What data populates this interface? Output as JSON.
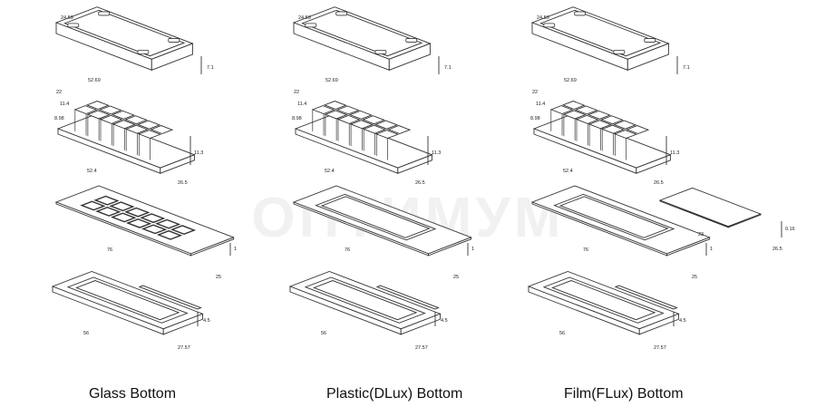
{
  "watermark": "ОПТИМУМ",
  "columns": [
    {
      "caption": "Glass Bottom",
      "lid": {
        "top": "24.59",
        "front": "52.69",
        "side": "7.1"
      },
      "well": {
        "a": "22",
        "b": "11.4",
        "c": "8.98",
        "front": "52.4",
        "depth": "26.5",
        "height": "11.3"
      },
      "bottom": {
        "len": "76",
        "width": "25",
        "thk": "1"
      },
      "frame": {
        "len": "56",
        "depth": "27.57",
        "height": "4.5"
      }
    },
    {
      "caption": "Plastic(DLux) Bottom",
      "lid": {
        "top": "24.59",
        "front": "52.69",
        "side": "7.1"
      },
      "well": {
        "a": "22",
        "b": "11.4",
        "c": "8.98",
        "front": "52.4",
        "depth": "26.5",
        "height": "11.3"
      },
      "bottom": {
        "len": "76",
        "width": "25",
        "thk": "1"
      },
      "frame": {
        "len": "56",
        "depth": "27.57",
        "height": "4.5"
      }
    },
    {
      "caption": "Film(FLux) Bottom",
      "lid": {
        "top": "24.59",
        "front": "52.69",
        "side": "7.1"
      },
      "well": {
        "a": "22",
        "b": "11.4",
        "c": "8.98",
        "front": "52.4",
        "depth": "26.5",
        "height": "11.3"
      },
      "bottom": {
        "len": "76",
        "width": "25",
        "thk": "1"
      },
      "frame": {
        "len": "56",
        "depth": "27.57",
        "height": "4.5"
      },
      "film": {
        "w": "23",
        "d": "26.5",
        "thk": "0.16"
      }
    }
  ]
}
